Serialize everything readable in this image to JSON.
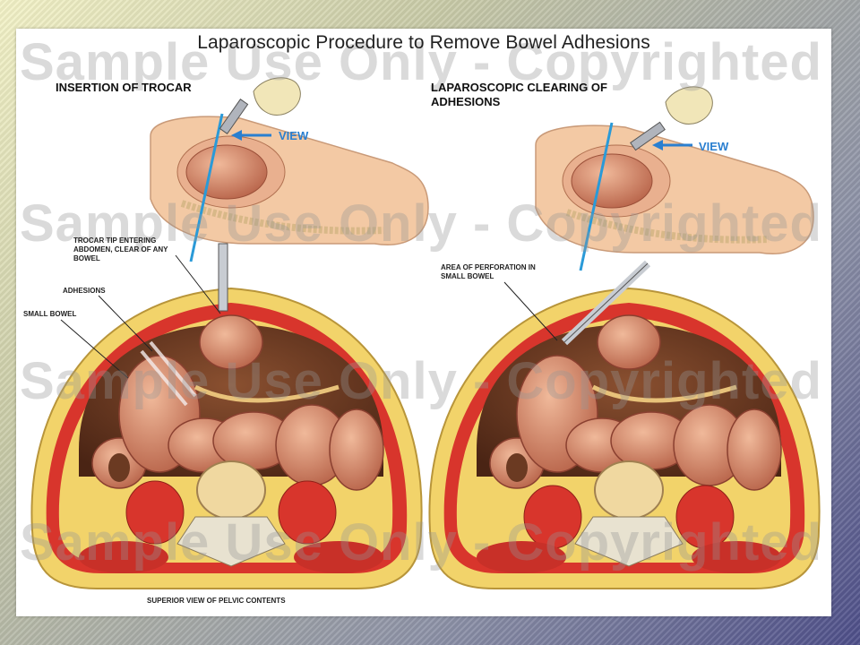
{
  "title": "Laparoscopic Procedure to Remove Bowel Adhesions",
  "left_panel": {
    "heading": "INSERTION OF TROCAR",
    "view_label": "VIEW",
    "callouts": {
      "trocar_tip": "TROCAR TIP ENTERING ABDOMEN, CLEAR OF ANY BOWEL",
      "adhesions": "ADHESIONS",
      "small_bowel": "SMALL BOWEL"
    }
  },
  "right_panel": {
    "heading": "LAPAROSCOPIC CLEARING OF ADHESIONS",
    "view_label": "VIEW",
    "callouts": {
      "perforation": "AREA OF PERFORATION IN SMALL BOWEL"
    }
  },
  "caption": "SUPERIOR VIEW OF PELVIC CONTENTS",
  "watermark": "Sample Use Only - Copyrighted",
  "colors": {
    "skin": "#f3c9a4",
    "fat": "#f2d36a",
    "muscle": "#d8352c",
    "bowel": "#d88a6c",
    "cavity": "#6b3a22",
    "accent": "#2a7fd0"
  }
}
